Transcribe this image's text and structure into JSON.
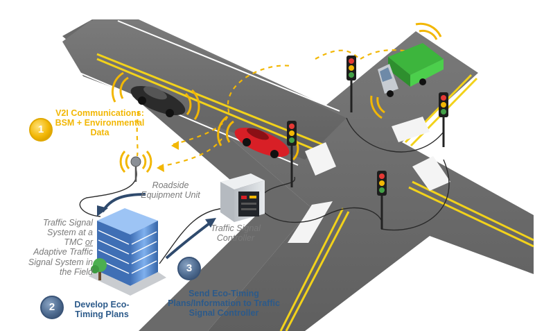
{
  "labels": {
    "v2i": "V2I Communications: BSM + Environmental Data",
    "rsu": "Roadside Equipment Unit",
    "tmc": "Traffic Signal System at a TMC or Adaptive Traffic Signal System in the Field",
    "tmc_parts": {
      "l1": "Traffic Signal",
      "l2": "System at a",
      "l3_a": "TMC ",
      "l3_or": "or",
      "l4": "Adaptive Traffic",
      "l5": "Signal System in",
      "l6": "the Field"
    },
    "controller": "Traffic Signal Controller",
    "develop": "Develop Eco-Timing Plans",
    "send": "Send Eco-Timing Plans/Information to Traffic Signal Controller"
  },
  "steps": [
    "1",
    "2",
    "3"
  ],
  "colors": {
    "road": "#6e6e6e",
    "lane_yellow": "#f2d21b",
    "signal_wave": "#f2b705",
    "step_gold": "#f2b705",
    "step_navy": "#4d6a8f",
    "label_blue": "#2c5a8a",
    "building_blue": "#5b8fd6",
    "car_red": "#d81f26",
    "car_black": "#2b2b2b",
    "truck_green": "#3db53d"
  },
  "icons": [
    "traffic-light-icon",
    "antenna-icon",
    "building-icon",
    "controller-cabinet-icon",
    "tree-icon"
  ]
}
